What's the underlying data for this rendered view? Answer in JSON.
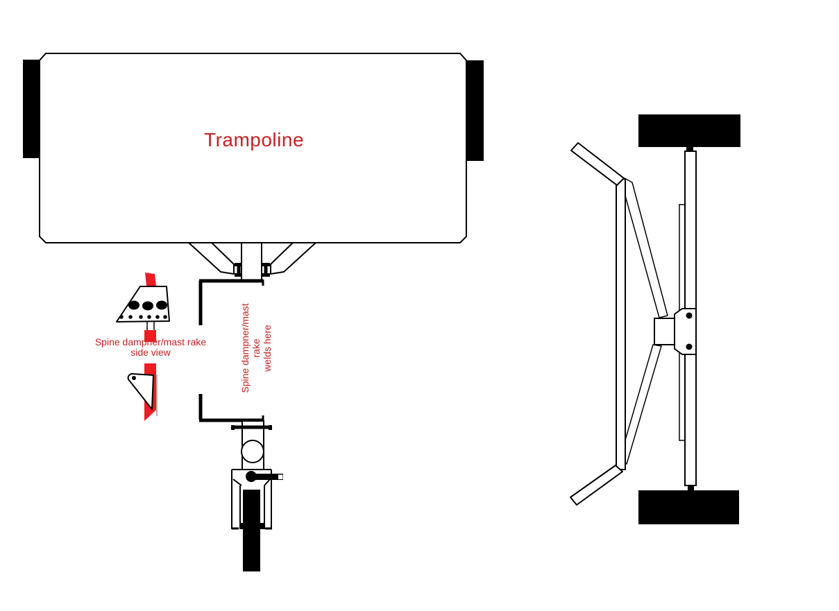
{
  "labels": {
    "trampoline": "Trampoline",
    "side_view_line1": "Spine dampner/mast rake",
    "side_view_line2": "side view",
    "welds_line1": "Spine dampner/mast rake",
    "welds_line2": "welds here"
  },
  "colors": {
    "shape_red": "#ec1c24",
    "text_red": "#c52222",
    "line_black": "#000000",
    "background": "#ffffff"
  }
}
